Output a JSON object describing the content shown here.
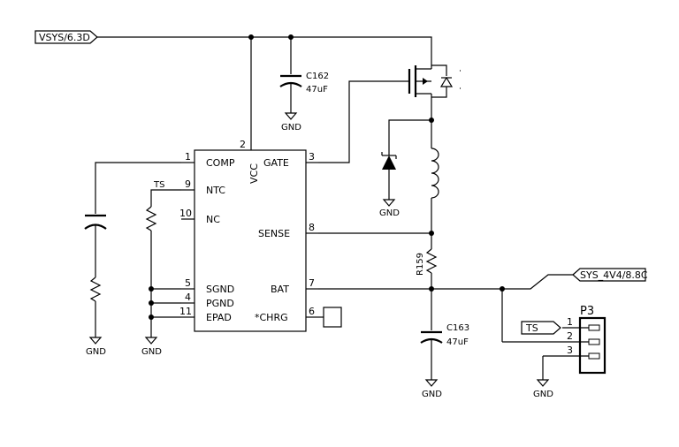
{
  "nets": {
    "vsys": "VSYS/6.3D",
    "sys": "SYS_4V4/8.8C",
    "ts": "TS",
    "gnd": "GND"
  },
  "ic": {
    "left_pins": [
      {
        "num": "1",
        "name": "COMP"
      },
      {
        "num": "9",
        "name": "NTC"
      },
      {
        "num": "10",
        "name": "NC"
      },
      {
        "num": "5",
        "name": "SGND"
      },
      {
        "num": "4",
        "name": "PGND"
      },
      {
        "num": "11",
        "name": "EPAD"
      }
    ],
    "right_pins": [
      {
        "num": "3",
        "name": "GATE"
      },
      {
        "num": "8",
        "name": "SENSE"
      },
      {
        "num": "7",
        "name": "BAT"
      },
      {
        "num": "6",
        "name": "*CHRG"
      }
    ],
    "top_pin": {
      "num": "2",
      "name": "VCC"
    }
  },
  "components": {
    "c162_ref": "C162",
    "c162_val": "47uF",
    "c163_ref": "C163",
    "c163_val": "47uF",
    "r159_ref": "R159"
  },
  "connector": {
    "ref": "P3",
    "pins": [
      "1",
      "2",
      "3"
    ]
  }
}
